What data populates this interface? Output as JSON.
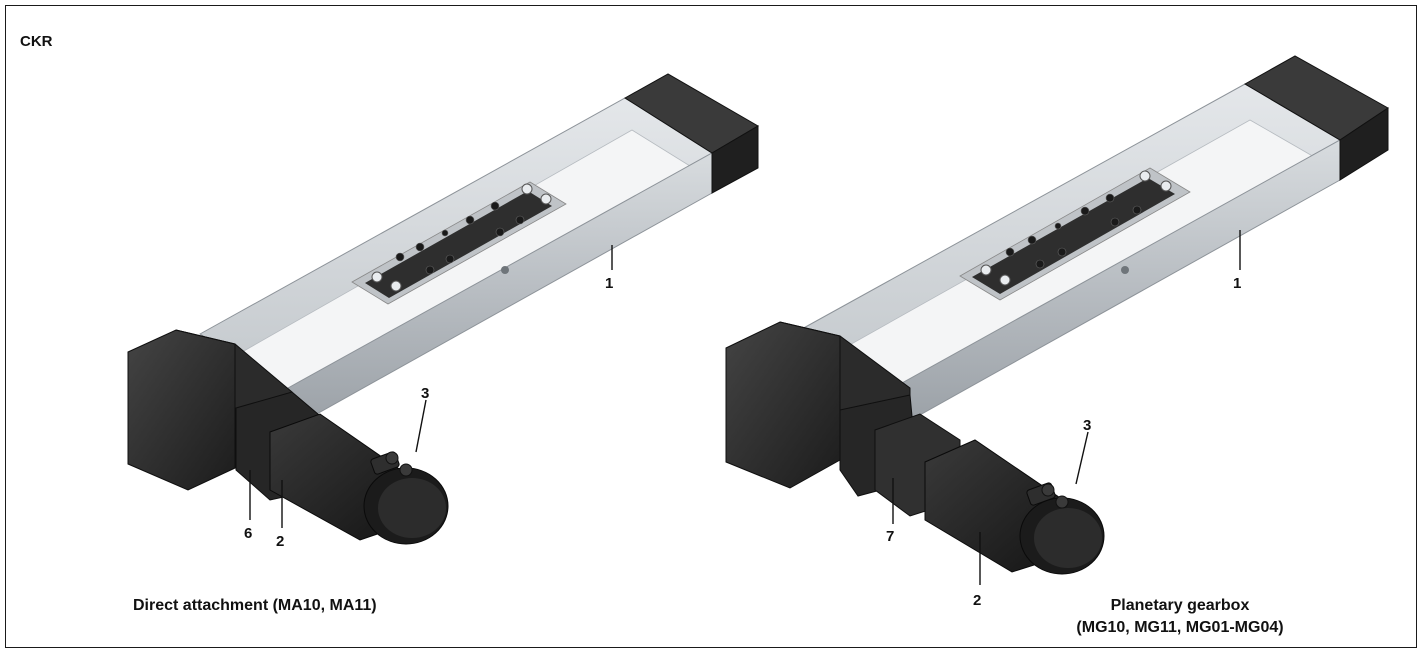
{
  "figure": {
    "label": "CKR",
    "left_variant": {
      "caption": "Direct attachment (MA10, MA11)",
      "callouts": [
        "1",
        "3",
        "6",
        "2"
      ]
    },
    "right_variant": {
      "caption_line1": "Planetary gearbox",
      "caption_line2": "(MG10, MG11, MG01-MG04)",
      "callouts": [
        "1",
        "3",
        "7",
        "2"
      ]
    }
  },
  "colors": {
    "frame": "#1a1a1a",
    "aluminum": "#c8ccd0",
    "dark_housing": "#2a2a2a",
    "carriage": "#3c3c3c"
  }
}
